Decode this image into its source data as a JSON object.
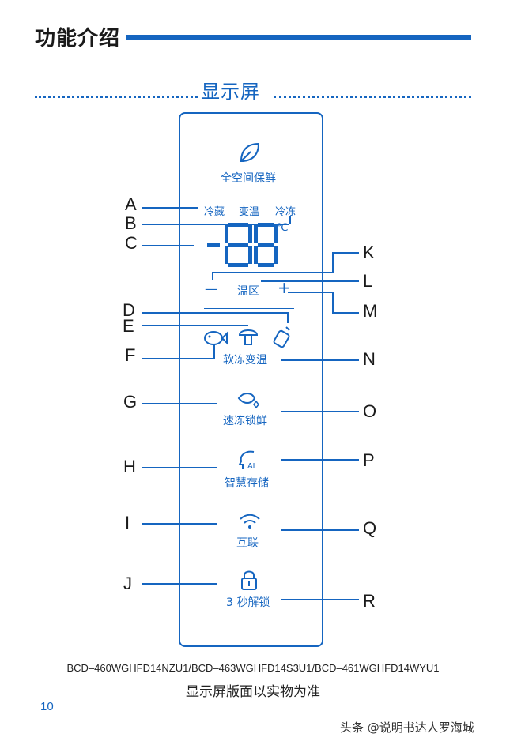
{
  "header": {
    "title": "功能介绍"
  },
  "section": {
    "title": "显示屏"
  },
  "panel": {
    "top_icon": "leaf-icon",
    "all_space_label": "全空间保鲜",
    "modes": [
      "冷藏",
      "变温",
      "冷冻"
    ],
    "display_digits": "-88",
    "unit": "℃",
    "temp_zone": {
      "minus": "—",
      "label": "温区",
      "plus": "+"
    },
    "soft_freeze_label": "软冻变温",
    "soft_freeze_icons": [
      "fish-icon",
      "mushroom-icon",
      "baby-bottle-icon"
    ],
    "quick_freeze_label": "速冻锁鲜",
    "quick_freeze_icon": "fish-sparkle-icon",
    "smart_storage_label": "智慧存储",
    "smart_storage_icon": "ai-head-icon",
    "connect_label": "互联",
    "connect_icon": "wifi-icon",
    "unlock_label": "3 秒解锁",
    "unlock_icon": "lock-icon"
  },
  "callouts": {
    "left": [
      "A",
      "B",
      "C",
      "D",
      "E",
      "F",
      "G",
      "H",
      "I",
      "J"
    ],
    "right": [
      "K",
      "L",
      "M",
      "N",
      "O",
      "P",
      "Q",
      "R"
    ]
  },
  "footer": {
    "models": "BCD–460WGHFD14NZU1/BCD–463WGHFD14S3U1/BCD–461WGHFD14WYU1",
    "note": "显示屏版面以实物为准",
    "page_number": "10",
    "watermark": "头条 @说明书达人罗海城"
  },
  "colors": {
    "accent": "#1565c0",
    "text": "#222222"
  }
}
